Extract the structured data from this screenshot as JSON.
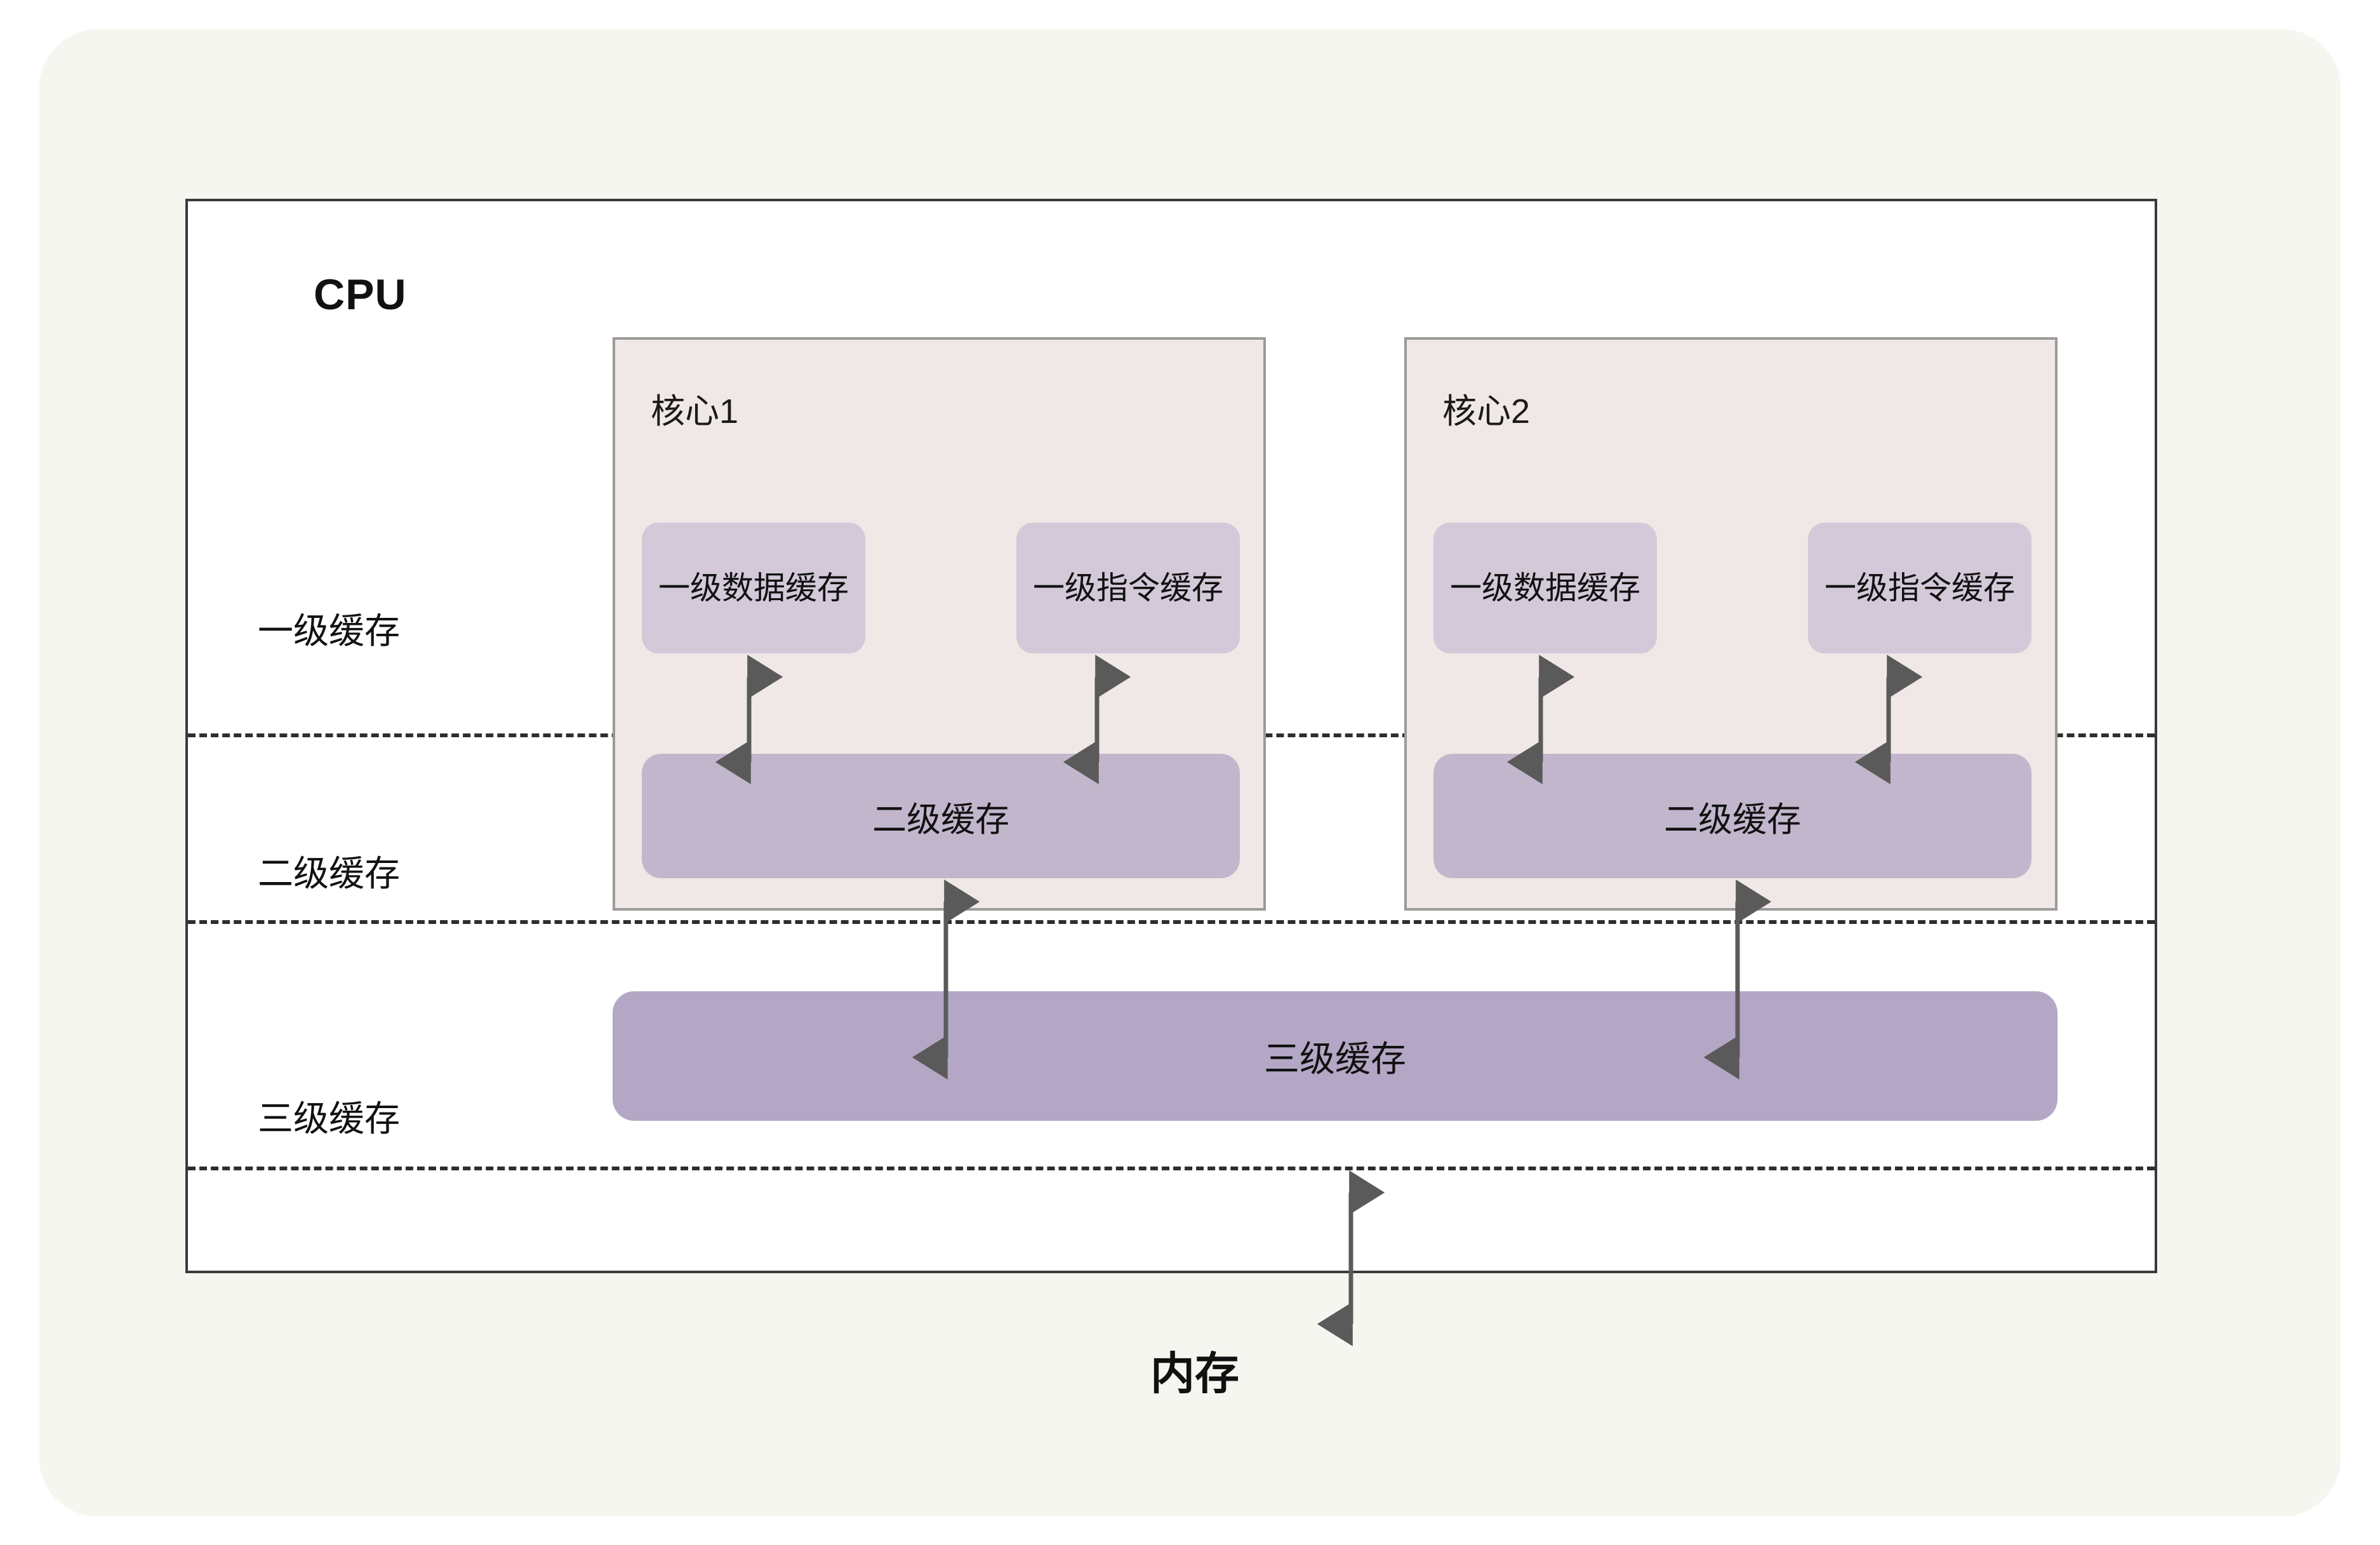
{
  "diagram": {
    "title": "CPU",
    "outer_panel_color": "#f5f6f0",
    "cpu_box_color": "#ffffff",
    "core_panel_color": "#f0e8e6",
    "l1_box_color": "#d3c9d9",
    "l2_bar_color": "#c2b6cd",
    "l3_bar_color": "#b4a7c5",
    "arrow_color": "#5a5a5a",
    "divider_color": "#2e2e2e"
  },
  "row_labels": {
    "l1": "一级缓存",
    "l2": "二级缓存",
    "l3": "三级缓存"
  },
  "cores": [
    {
      "title": "核心1",
      "l1_data": "一级数\n据缓存",
      "l1_instruction": "一级指\n令缓存",
      "l2": "二级缓存"
    },
    {
      "title": "核心2",
      "l1_data": "一级数\n据缓存",
      "l1_instruction": "一级指\n令缓存",
      "l2": "二级缓存"
    }
  ],
  "l3_cache": {
    "label": "三级缓存"
  },
  "memory": {
    "label": "内存"
  }
}
